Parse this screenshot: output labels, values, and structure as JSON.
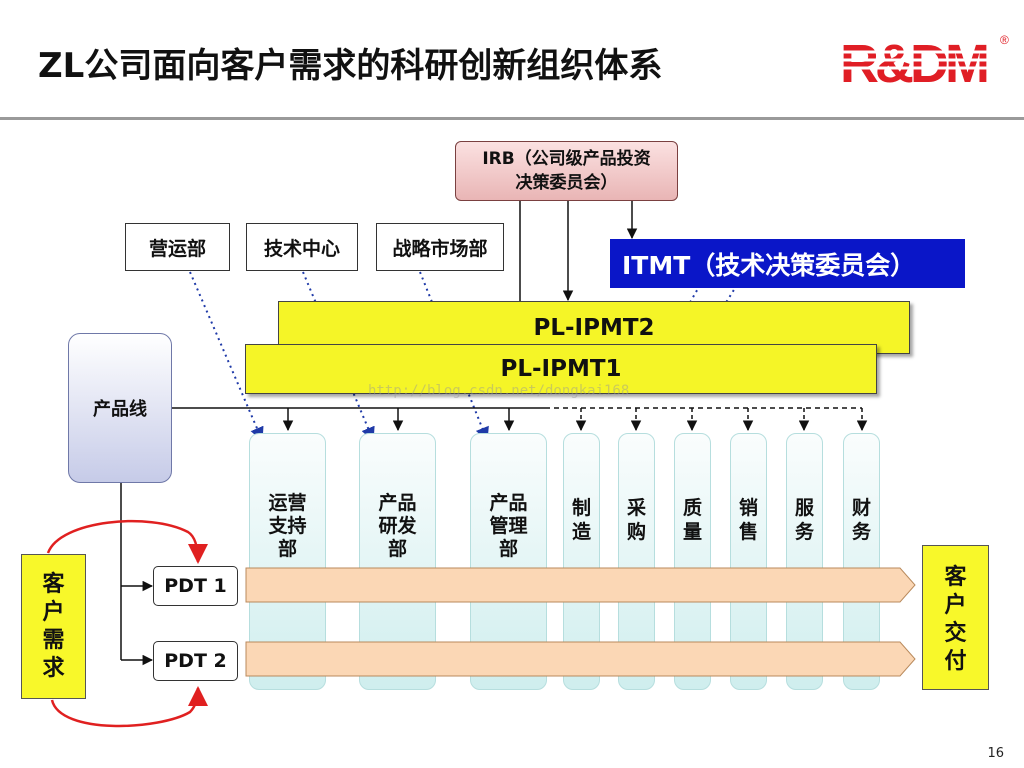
{
  "title": "ZL公司面向客户需求的科研创新组织体系",
  "logo": {
    "text": "R&DM",
    "registered": "®",
    "color": "#e01e25"
  },
  "irb": {
    "line1": "IRB（公司级产品投资",
    "line2": "决策委员会）"
  },
  "itmt": {
    "label": "ITMT（技术决策委员会）"
  },
  "top_departments": [
    "营运部",
    "技术中心",
    "战略市场部"
  ],
  "ipmt": {
    "pl2": "PL-IPMT2",
    "pl1": "PL-IPMT1"
  },
  "product_line": "产品线",
  "columns": [
    {
      "lines": [
        "运营",
        "支持",
        "部"
      ]
    },
    {
      "lines": [
        "产品",
        "研发",
        "部"
      ]
    },
    {
      "lines": [
        "产品",
        "管理",
        "部"
      ]
    },
    {
      "lines": [
        "制",
        "造"
      ]
    },
    {
      "lines": [
        "采",
        "购"
      ]
    },
    {
      "lines": [
        "质",
        "量"
      ]
    },
    {
      "lines": [
        "销",
        "售"
      ]
    },
    {
      "lines": [
        "服",
        "务"
      ]
    },
    {
      "lines": [
        "财",
        "务"
      ]
    }
  ],
  "customer_need": [
    "客",
    "户",
    "需",
    "求"
  ],
  "customer_delivery": [
    "客",
    "户",
    "交",
    "付"
  ],
  "pdts": [
    "PDT 1",
    "PDT 2"
  ],
  "watermark": "http://blog.csdn.net/dongkai168",
  "page_number": "16",
  "colors": {
    "ipmt": "#f5f527",
    "itmt": "#0a16c8",
    "arrow_fill": "#fbd7b5",
    "dept_fill": "#cfeeee",
    "red_arrow": "#e02020"
  }
}
